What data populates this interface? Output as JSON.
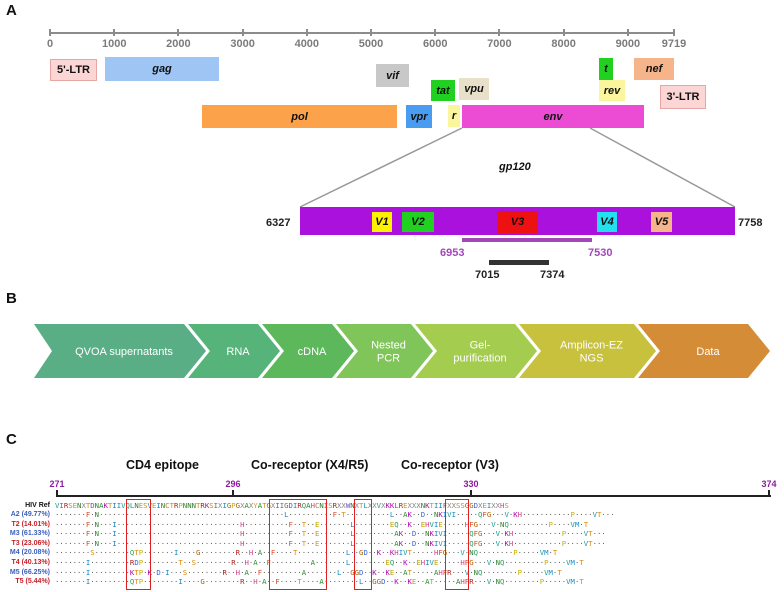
{
  "panels": {
    "a": "A",
    "b": "B",
    "c": "C"
  },
  "genome": {
    "ticks": [
      "0",
      "1000",
      "2000",
      "3000",
      "4000",
      "5000",
      "6000",
      "7000",
      "8000",
      "9000",
      "9719"
    ],
    "genes": [
      {
        "name": "5'-LTR",
        "color": "#fcd5d5",
        "border": "#f0b0b0"
      },
      {
        "name": "gag",
        "color": "#9fc5f5",
        "border": "#9fc5f5"
      },
      {
        "name": "vif",
        "color": "#c8c8c8",
        "border": "#c8c8c8"
      },
      {
        "name": "tat",
        "color": "#22d022",
        "border": "#22d022"
      },
      {
        "name": "vpu",
        "color": "#e8e0c8",
        "border": "#e8e0c8"
      },
      {
        "name": "t",
        "color": "#22d022",
        "border": "#22d022"
      },
      {
        "name": "nef",
        "color": "#f6b48a",
        "border": "#f6b48a"
      },
      {
        "name": "rev",
        "color": "#fbf59e",
        "border": "#fbf59e"
      },
      {
        "name": "3'-LTR",
        "color": "#fcd5d5",
        "border": "#f0b0b0"
      },
      {
        "name": "pol",
        "color": "#fca24a",
        "border": "#fca24a"
      },
      {
        "name": "vpr",
        "color": "#4a9cf0",
        "border": "#4a9cf0"
      },
      {
        "name": "r",
        "color": "#fbf59e",
        "border": "#fbf59e"
      },
      {
        "name": "env",
        "color": "#ec4cd4",
        "border": "#ec4cd4"
      }
    ],
    "gp120": {
      "title": "gp120",
      "start": "6327",
      "end": "7758",
      "color": "#aa11dd",
      "regions": [
        {
          "name": "V1",
          "color": "#fff200"
        },
        {
          "name": "V2",
          "color": "#22d022"
        },
        {
          "name": "V3",
          "color": "#ee1111"
        },
        {
          "name": "V4",
          "color": "#22e0f0"
        },
        {
          "name": "V5",
          "color": "#f6b48a"
        }
      ],
      "purple_range": {
        "start": "6953",
        "end": "7530"
      },
      "black_range": {
        "start": "7015",
        "end": "7374"
      }
    }
  },
  "workflow": {
    "steps": [
      {
        "label": "QVOA supernatants",
        "color": "#5aae86"
      },
      {
        "label": "RNA",
        "color": "#56b47a"
      },
      {
        "label": "cDNA",
        "color": "#5cb85a"
      },
      {
        "label": "Nested\nPCR",
        "color": "#80c55a"
      },
      {
        "label": "Gel-\npurification",
        "color": "#a4cc4e"
      },
      {
        "label": "Amplicon-EZ\nNGS",
        "color": "#c7c13e"
      },
      {
        "label": "Data",
        "color": "#d48d36"
      }
    ]
  },
  "alignment": {
    "headings": {
      "cd4": "CD4 epitope",
      "x4r5": "Co-receptor (X4/R5)",
      "v3": "Co-receptor (V3)"
    },
    "positions": [
      "271",
      "296",
      "330",
      "374"
    ],
    "ref_label": "HIV Ref",
    "ref_seq": "VIRSENXTDNAKTIIVQLNESVEINCTRPNNNTRKSIXIGPGXAXYATGXIIGDIRQAHCNISRXXWNXTLXXVXKKLREXXXNKTIIFXXSSGGDXEIXXHS",
    "samples": [
      {
        "label": "A2 (49.77%)",
        "color": "#3b5fc0",
        "seq": "·······F·N··········································L··········F·T··········L··AK··D··NKIVI·····QFG···V·KH···········P····VT···"
      },
      {
        "label": "T2 (14.01%)",
        "color": "#c8202a",
        "seq": "·······F·N···I····························H··········F··T··E·······L········EQ··K··EHVIE·····HFG···V·NQ·········P····VM·T"
      },
      {
        "label": "M3 (61.33%)",
        "color": "#3b5fc0",
        "seq": "·······F·N···I····························H··········F··T··E·······L·········AK··D··NKIVI·····QFG···V·KH···········P····VT···"
      },
      {
        "label": "T3 (23.06%)",
        "color": "#c8202a",
        "seq": "·······F·N···I····························H··········F··T··E·······L·········AK··D··NKIVI·····QFG···V·KH···········P····VT···"
      },
      {
        "label": "M4 (20.08%)",
        "color": "#3b5fc0",
        "seq": "········S········QTP·······I····G········R··H·A··F····T···········L··GD··K··KHIVT·····HFG···V·NQ········P·····VM·T"
      },
      {
        "label": "T4 (40.13%)",
        "color": "#c8202a",
        "seq": "·······I·········RDP········T··S········R··H·A··F·········A·······L········EQ··K··EHIVE·····HFG···V·NQ·········P····VM·T"
      },
      {
        "label": "M5 (66.25%)",
        "color": "#3b5fc0",
        "seq": "·······I·········KTP·K·D·I···S········R··H·A··F·········A·······L··GGD··K··KE··AT·····AHFR···V·NQ········P·····VM·T"
      },
      {
        "label": "T5 (5.44%)",
        "color": "#c8202a",
        "seq": "·······I·········QTP········I····G········R··H·A··F····T····A········L··GGD··K··KE··AT·····AHFR···V·NQ········P·····VM·T"
      }
    ]
  }
}
